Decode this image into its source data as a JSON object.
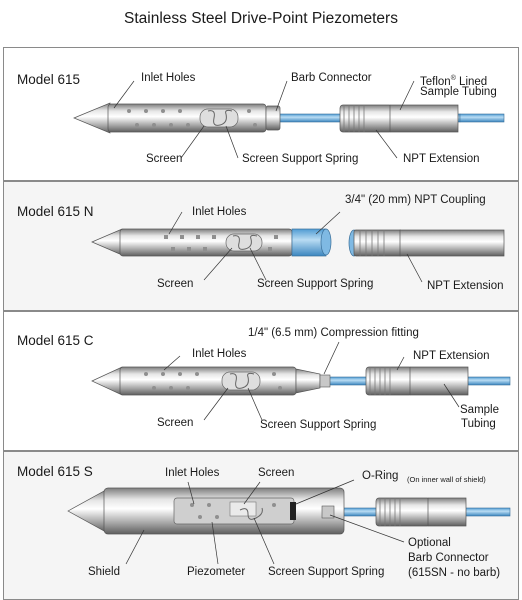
{
  "title": "Stainless Steel Drive-Point Piezometers",
  "panels": [
    {
      "model": "Model 615",
      "labels": {
        "inlet_holes": "Inlet Holes",
        "barb_connector": "Barb Connector",
        "teflon_lined_1": "Teflon",
        "teflon_sup": "®",
        "teflon_lined_2": " Lined",
        "sample_tubing": "Sample Tubing",
        "screen": "Screen",
        "screen_support_spring": "Screen Support Spring",
        "npt_extension": "NPT Extension"
      }
    },
    {
      "model": "Model 615 N",
      "labels": {
        "inlet_holes": "Inlet Holes",
        "npt_coupling": "3/4\" (20 mm) NPT Coupling",
        "screen": "Screen",
        "screen_support_spring": "Screen Support Spring",
        "npt_extension": "NPT Extension"
      }
    },
    {
      "model": "Model 615 C",
      "labels": {
        "compression_fitting": "1/4\" (6.5 mm) Compression fitting",
        "inlet_holes": "Inlet Holes",
        "npt_extension": "NPT Extension",
        "screen": "Screen",
        "screen_support_spring": "Screen Support Spring",
        "sample": "Sample",
        "tubing": "Tubing"
      }
    },
    {
      "model": "Model 615 S",
      "labels": {
        "inlet_holes": "Inlet Holes",
        "screen": "Screen",
        "o_ring": "O-Ring",
        "o_ring_note": "(On inner wall of shield)",
        "shield": "Shield",
        "piezometer": "Piezometer",
        "screen_support_spring": "Screen Support Spring",
        "optional": "Optional",
        "barb_connector": "Barb Connector",
        "no_barb_note": "(615SN - no barb)"
      }
    }
  ]
}
